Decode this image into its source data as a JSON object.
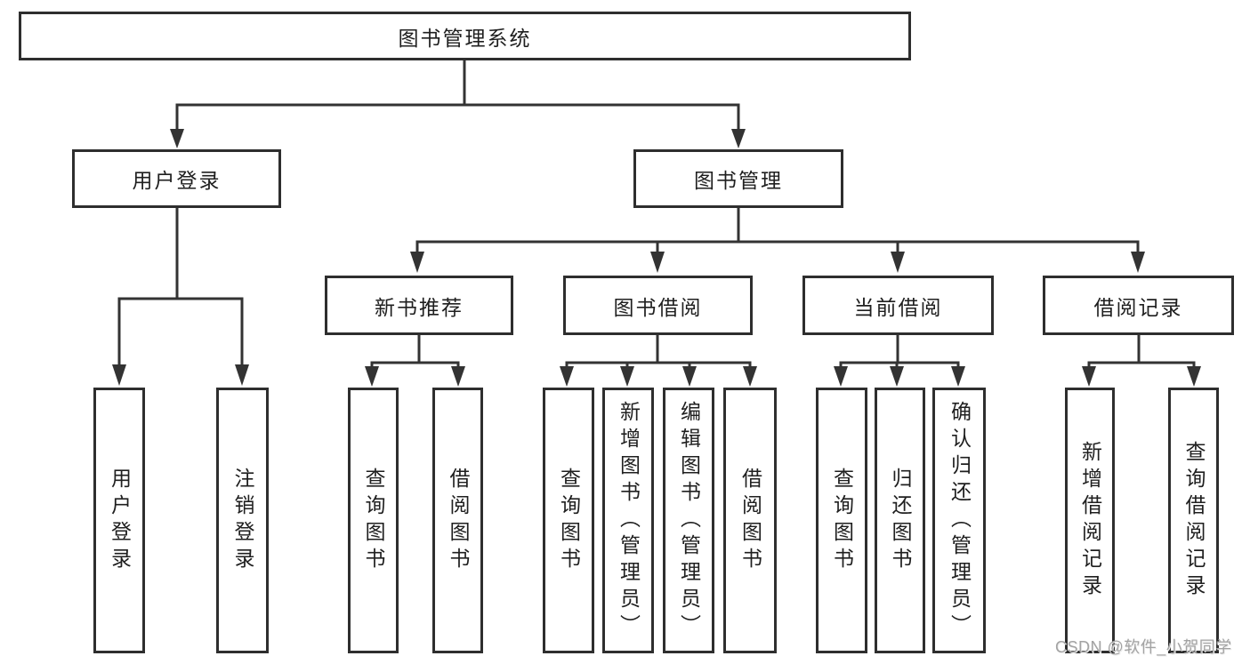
{
  "nodes": {
    "root": "图书管理系统",
    "user_login": "用户登录",
    "book_management": "图书管理",
    "new_book_recommend": "新书推荐",
    "book_borrowing": "图书借阅",
    "current_borrowing": "当前借阅",
    "borrowing_records": "借阅记录",
    "leaf_user_login": "用户登录",
    "leaf_logout": "注销登录",
    "leaf_query_book_recommend": "查询图书",
    "leaf_borrow_book_recommend": "借阅图书",
    "leaf_query_book_borrowing": "查询图书",
    "leaf_add_book": "新增图书（管理员）",
    "leaf_edit_book": "编辑图书（管理员）",
    "leaf_borrow_book_borrowing": "借阅图书",
    "leaf_query_book_current": "查询图书",
    "leaf_return_book": "归还图书",
    "leaf_confirm_return": "确认归还（管理员）",
    "leaf_add_borrow_record": "新增借阅记录",
    "leaf_query_borrow_record": "查询借阅记录"
  },
  "watermark": "CSDN @软件_小贺同学",
  "colors": {
    "line": "#333333",
    "box_border": "#2e2e2e",
    "text": "#1f1f1f",
    "watermark": "#a3a3a3",
    "background": "#ffffff"
  }
}
